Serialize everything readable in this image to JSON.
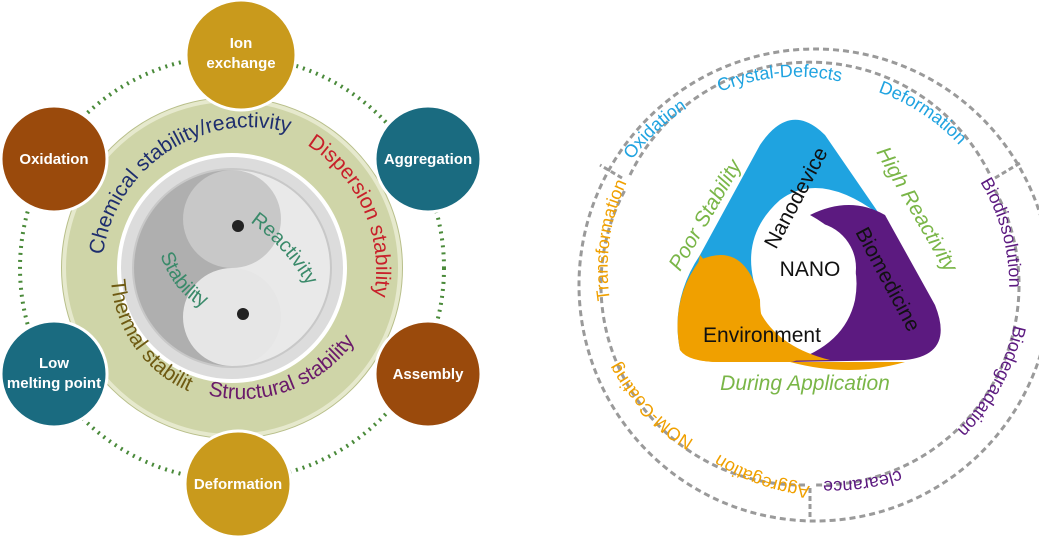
{
  "left": {
    "nodes": {
      "ion_exchange": [
        "Ion",
        "exchange"
      ],
      "aggregation": [
        "Aggregation"
      ],
      "assembly": [
        "Assembly"
      ],
      "deformation": [
        "Deformation"
      ],
      "low_melting_point": [
        "Low",
        "melting point"
      ],
      "oxidation": [
        "Oxidation"
      ]
    },
    "ring_labels": {
      "chemical": "Chemical stability/reactivity",
      "dispersion": "Dispersion stability",
      "structural": "Structural stability",
      "thermal": "Thermal stability"
    },
    "center": {
      "reactivity": "Reactivity",
      "stability": "Stability"
    },
    "colors": {
      "gold": "#c99a1c",
      "teal": "#1a6b80",
      "brown": "#9a4a0c",
      "ring": "#ccd2a6",
      "navy": "#1e2e6e",
      "red": "#c8202a",
      "purple": "#6a1a6a",
      "olive": "#6e5a12"
    }
  },
  "right": {
    "outer_labels": {
      "oxidation": "Oxidation",
      "crystal_defects": "Crystal-Defects",
      "deformation": "Deformation",
      "biodissolution": "Biodissolution",
      "biodegradation": "Biodegradation",
      "clearance": "clearance",
      "aggregation": "Aggregation",
      "nom_coating": "NOM-Coating",
      "transformation": "Transformation"
    },
    "inner_labels": {
      "poor_stability": "Poor Stability",
      "high_reactivity": "High Reactivity",
      "during_application": "During Application"
    },
    "segments": {
      "nanodevice": "Nanodevice",
      "biomedicine": "Biomedicine",
      "environment": "Environment",
      "center": "NANO"
    },
    "colors": {
      "blue": "#1fa3e0",
      "purple": "#5c1a80",
      "orange": "#f0a000",
      "green": "#7ab648",
      "dashed": "#9a9a9a"
    }
  }
}
